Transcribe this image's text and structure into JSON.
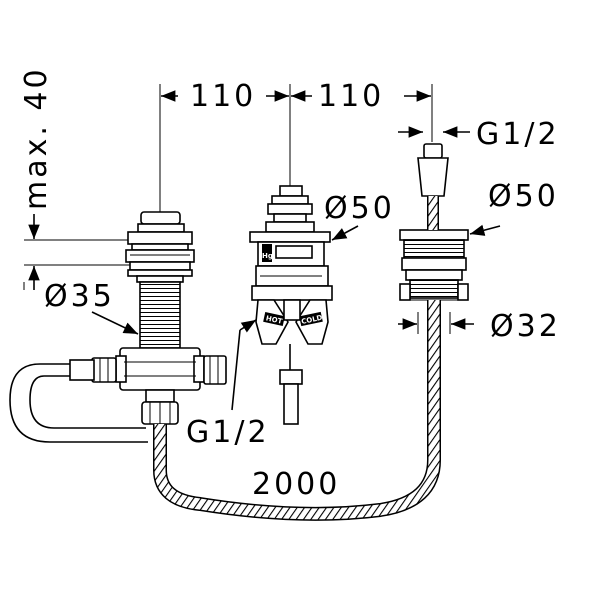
{
  "dimensions": {
    "width_left": "110",
    "width_right": "110",
    "max_depth": "max. 40",
    "dia_left": "Ø35",
    "dia_mid": "Ø50",
    "dia_right_top": "Ø50",
    "dia_right_bottom": "Ø32",
    "thread_top": "G1/2",
    "thread_bottom": "G1/2",
    "hose_length": "2000"
  },
  "valve_labels": {
    "hot": "HOT",
    "cold": "COLD",
    "brand": "Hg"
  }
}
